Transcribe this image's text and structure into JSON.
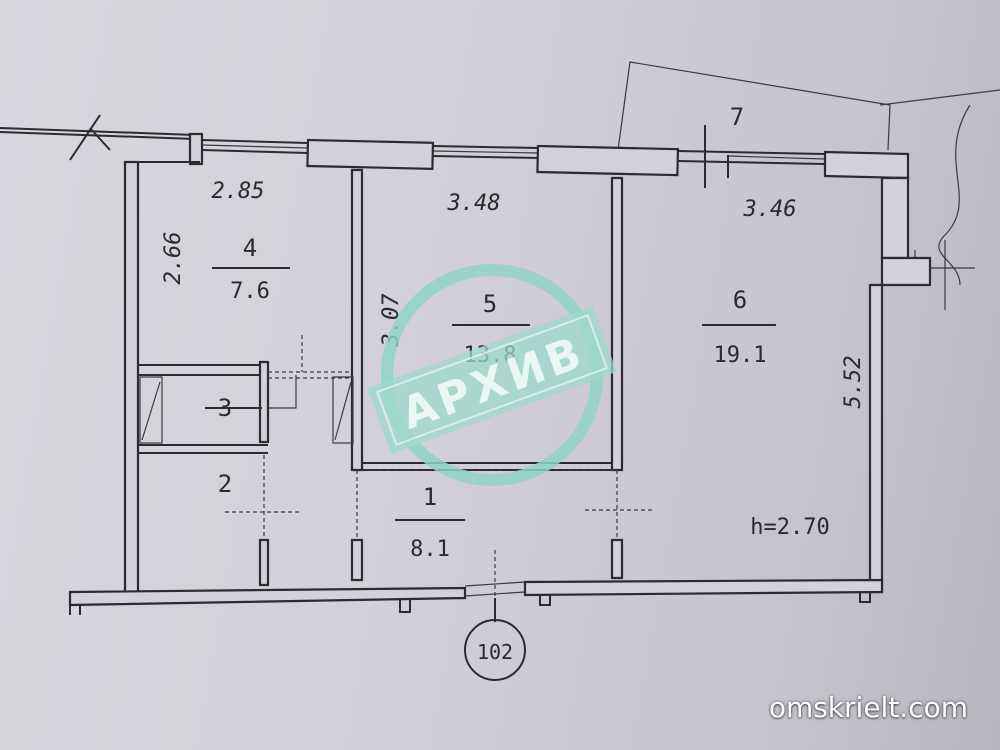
{
  "rooms": [
    {
      "num": "4",
      "area": "7.6"
    },
    {
      "num": "5",
      "area": "13.8"
    },
    {
      "num": "6",
      "area": "19.1"
    },
    {
      "num": "3",
      "area": ""
    },
    {
      "num": "2",
      "area": ""
    },
    {
      "num": "1",
      "area": "8.1"
    },
    {
      "num": "7",
      "area": ""
    }
  ],
  "dimensions": {
    "room4_width": "2.85",
    "room4_depth": "2.66",
    "room5_width": "3.48",
    "room5_depth": "3.07",
    "room6_width": "3.46",
    "room6_depth": "5.52"
  },
  "ceiling_height": "h=2.70",
  "apartment_number": "102",
  "stamp_text": "АРХИВ",
  "watermark": "omskrielt.com",
  "colors": {
    "paper": "#d4d1da",
    "ink": "#2b2b30",
    "stamp": "#8fd3c4"
  }
}
